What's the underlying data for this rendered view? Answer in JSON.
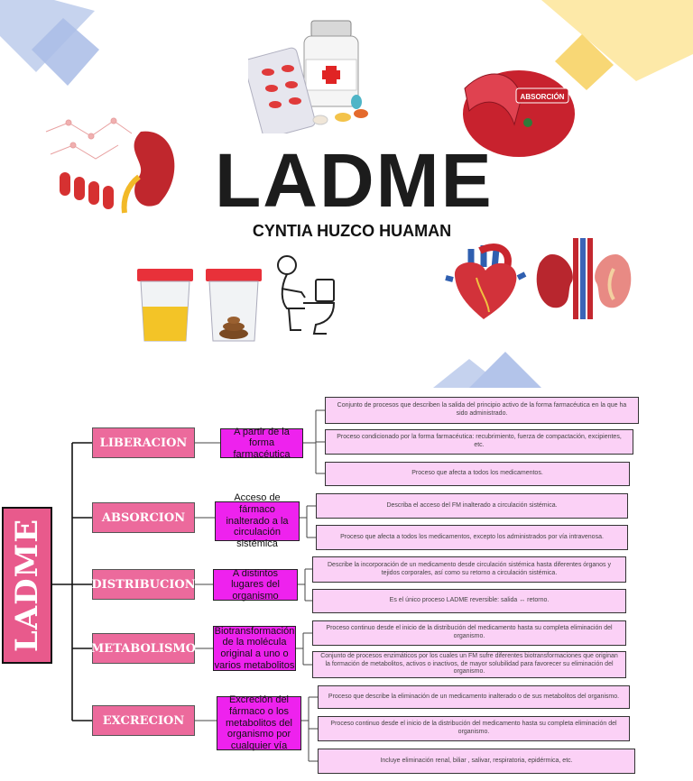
{
  "title": "LADME",
  "author": "CYNTIA HUZCO HUAMAN",
  "badge_label": "ABSORCIÓN",
  "root_label": "LADME",
  "colors": {
    "stage_fill": "#ec6a9c",
    "description_fill": "#ee22ee",
    "detail_fill": "#fbd1f6",
    "root_fill": "#e85a8c"
  },
  "stages": [
    {
      "label": "LIBERACION",
      "description": "A partir de la forma farmacéutica",
      "details": [
        "Conjunto de procesos que describen la salida del principio activo de la forma farmacéutica en la que ha sido administrado.",
        "Proceso condicionado por la forma farmacéutica: recubrimiento, fuerza de compactación, excipientes, etc.",
        "Proceso que afecta a todos los medicamentos."
      ]
    },
    {
      "label": "ABSORCION",
      "description": "Acceso de fármaco inalterado a la circulación sistémica",
      "details": [
        "Describa el acceso del FM inalterado a circulación sistémica.",
        "Proceso que afecta a todos los medicamentos, excepto los administrados por vía intravenosa."
      ]
    },
    {
      "label": "DISTRIBUCION",
      "description": "A distintos lugares del organismo",
      "details": [
        "Describe la incorporación de un medicamento desde circulación sistémica hasta diferentes órganos y tejidos corporales, así como su retorno a circulación sistémica.",
        "Es el único proceso LADME reversible: salida ↔ retorno."
      ]
    },
    {
      "label": "METABOLISMO",
      "description": "Biotransformación de la molécula original a uno o varios metabolitos",
      "details": [
        "Proceso continuo desde el inicio de la distribución del medicamento hasta su completa eliminación del organismo.",
        "Conjunto de procesos enzimáticos por los cuales un FM sufre diferentes biotransformaciones que originan la formación de metabolitos, activos o inactivos, de mayor solubilidad para favorecer su eliminación del organismo."
      ]
    },
    {
      "label": "EXCRECION",
      "description": "Excreción del fármaco o los metabolitos del organismo por cualquier vía",
      "details": [
        "Proceso que describe la eliminación de un medicamento inalterado o de sus metabolitos del organismo.",
        "Proceso continuo desde el inicio de la distribución del medicamento hasta su completa eliminación del organismo.",
        "Incluye eliminación renal, biliar , salivar, respiratoria, epidérmica, etc."
      ]
    }
  ],
  "icons": [
    "pill-bottle-icon",
    "intestine-icon",
    "kidney-icon",
    "urine-cup-icon",
    "stool-cup-icon",
    "toilet-icon",
    "heart-icon",
    "kidneys-icon"
  ]
}
